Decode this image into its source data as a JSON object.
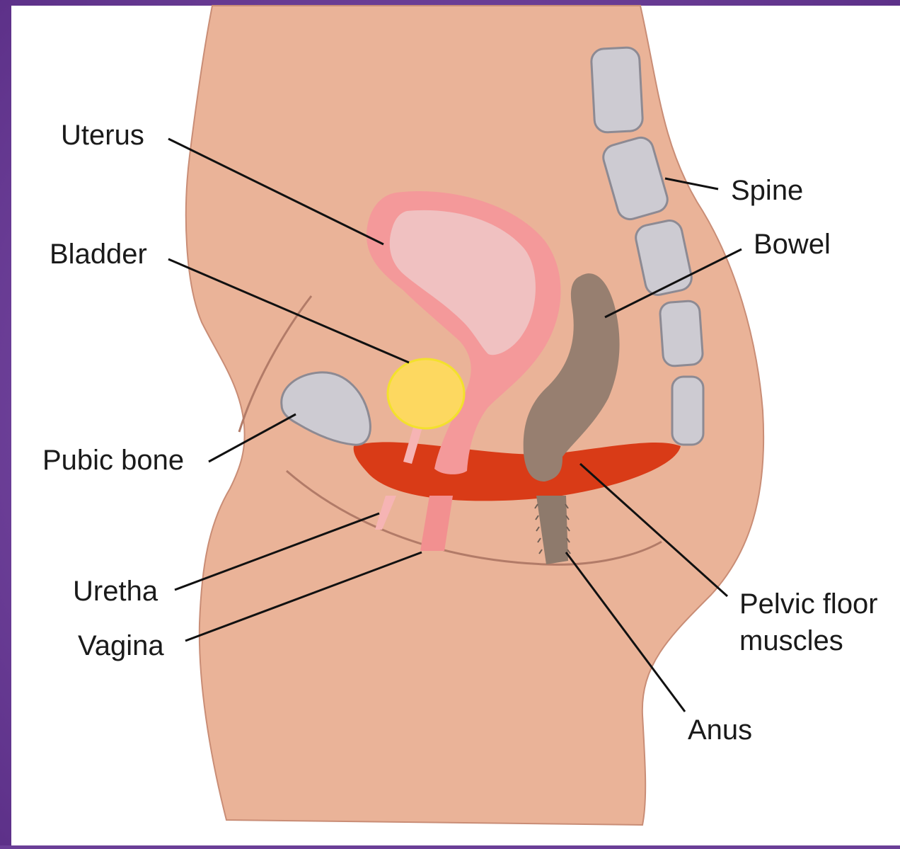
{
  "diagram": {
    "labels": {
      "uterus": "Uterus",
      "bladder": "Bladder",
      "pubic_bone": "Pubic bone",
      "uretha": "Uretha",
      "vagina": "Vagina",
      "spine": "Spine",
      "bowel": "Bowel",
      "pelvic_floor_line1": "Pelvic floor",
      "pelvic_floor_line2": "muscles",
      "anus": "Anus"
    },
    "colors": {
      "frame": "#6b3f97",
      "background": "#ffffff",
      "skin": "#eab398",
      "skin_outline": "#c98d76",
      "uterus_wall": "#f4999a",
      "uterus_cavity": "#f0c1c1",
      "bladder_fill": "#fdd860",
      "bladder_outline": "#f3e12c",
      "bone": "#cdcbd2",
      "bone_outline": "#8d8a93",
      "bowel": "#977f70",
      "pelvic_floor": "#d93b17",
      "leader_line": "#111111"
    }
  }
}
